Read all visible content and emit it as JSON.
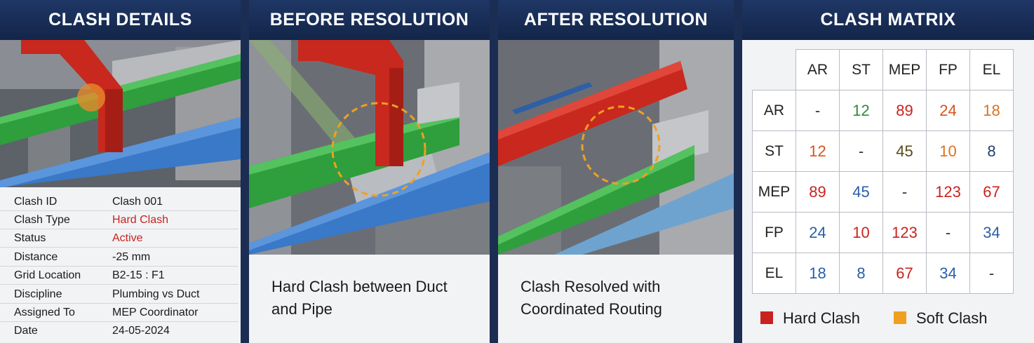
{
  "panels": {
    "details": {
      "title": "CLASH DETAILS"
    },
    "before": {
      "title": "BEFORE RESOLUTION",
      "caption_1": "Hard Clash between Duct",
      "caption_2": "and Pipe"
    },
    "after": {
      "title": "AFTER RESOLUTION",
      "caption_1": "Clash Resolved with",
      "caption_2": "Coordinated Routing"
    },
    "matrix": {
      "title": "CLASH MATRIX"
    }
  },
  "details": [
    {
      "key": "Clash ID",
      "value": "Clash 001"
    },
    {
      "key": "Clash Type",
      "value": "Hard Clash"
    },
    {
      "key": "Status",
      "value": "Active"
    },
    {
      "key": "Distance",
      "value": "-25 mm"
    },
    {
      "key": "Grid Location",
      "value": "B2-15 : F1"
    },
    {
      "key": "Discipline",
      "value": "Plumbing vs Duct"
    },
    {
      "key": "Assigned To",
      "value": "MEP Coordinator"
    },
    {
      "key": "Date",
      "value": "24-05-2024"
    }
  ],
  "matrix": {
    "headers": [
      "AR",
      "ST",
      "MEP",
      "FP",
      "EL"
    ],
    "rows": [
      {
        "label": "AR",
        "cells": [
          "-",
          "12",
          "89",
          "24",
          "18"
        ]
      },
      {
        "label": "ST",
        "cells": [
          "12",
          "-",
          "45",
          "10",
          "8"
        ]
      },
      {
        "label": "MEP",
        "cells": [
          "89",
          "45",
          "-",
          "123",
          "67"
        ]
      },
      {
        "label": "FP",
        "cells": [
          "24",
          "10",
          "123",
          "-",
          "34"
        ]
      },
      {
        "label": "EL",
        "cells": [
          "18",
          "8",
          "67",
          "34",
          "-"
        ]
      }
    ],
    "cell_colors": [
      [
        "#333333",
        "#2e8b3a",
        "#c8231f",
        "#d9531e",
        "#d9731e"
      ],
      [
        "#d9531e",
        "#333333",
        "#5a4a1a",
        "#d9731e",
        "#1e3f6e"
      ],
      [
        "#c8231f",
        "#2a5fa5",
        "#333333",
        "#c8231f",
        "#c8231f"
      ],
      [
        "#2a5fa5",
        "#c8231f",
        "#c8231f",
        "#333333",
        "#2a5fa5"
      ],
      [
        "#2a5fa5",
        "#2a5fa5",
        "#c8231f",
        "#2a5fa5",
        "#333333"
      ]
    ]
  },
  "legend": {
    "hard": {
      "label": "Hard Clash",
      "color": "#c8231f"
    },
    "soft": {
      "label": "Soft Clash",
      "color": "#f0a020"
    }
  },
  "colors": {
    "header_bg": "#1f3766",
    "pipe_red": "#c8281e",
    "pipe_green": "#2f9e3c",
    "duct_blue": "#2f6fc0",
    "marker": "#f0a020"
  }
}
